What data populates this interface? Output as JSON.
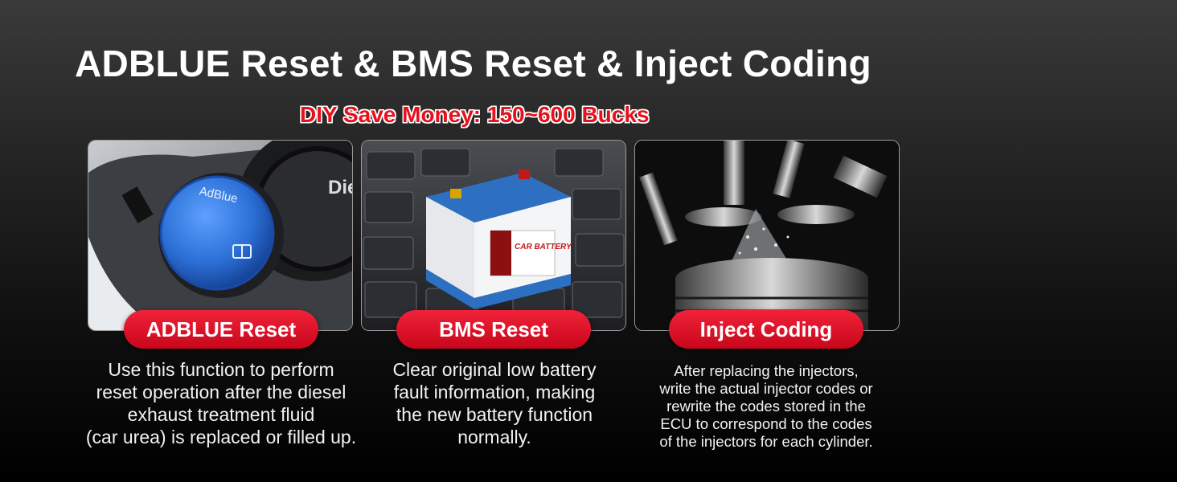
{
  "header": {
    "title": "ADBLUE Reset & BMS Reset & Inject Coding",
    "subtitle": "DIY Save Money: 150~600 Bucks"
  },
  "features": [
    {
      "label": "ADBLUE Reset",
      "image": {
        "cap_text": "AdBlue",
        "filler_text": "Die"
      },
      "description": [
        "Use this function to perform",
        "reset operation after the diesel",
        "exhaust treatment fluid",
        "(car urea) is replaced or filled up."
      ]
    },
    {
      "label": "BMS Reset",
      "image": {
        "battery_text": "CAR BATTERY"
      },
      "description": [
        "Clear original low battery",
        "fault information, making",
        "the new battery function",
        "normally."
      ]
    },
    {
      "label": "Inject Coding",
      "description": [
        "After replacing the injectors,",
        "write the actual injector codes or",
        "rewrite the codes stored in the",
        "ECU to correspond to the codes",
        "of the injectors for each cylinder."
      ]
    }
  ],
  "colors": {
    "accent_red": "#e8101c",
    "adblue_blue": "#2b6fd6",
    "battery_blue": "#2d6fc0"
  },
  "icons": [
    "adblue-cap-icon",
    "car-battery-icon",
    "engine-injector-icon",
    "book-icon"
  ]
}
